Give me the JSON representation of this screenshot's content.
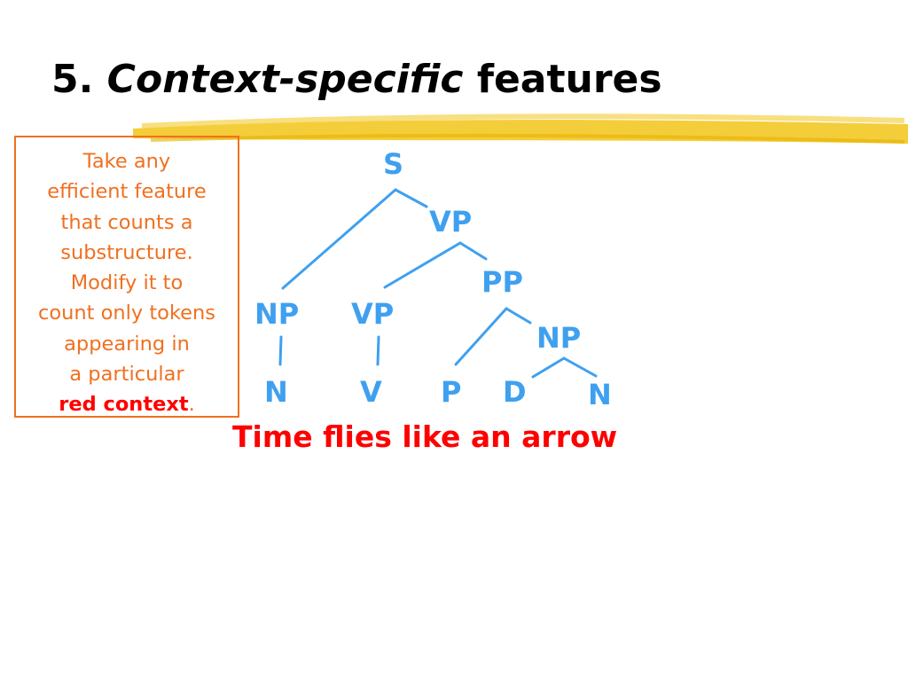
{
  "title": {
    "number": "5.",
    "italic": "Context-specific",
    "rest": "features"
  },
  "note": {
    "lines": [
      "Take any",
      "efficient feature",
      "that counts a",
      "substructure.",
      "Modify it to",
      "count only tokens",
      "appearing in",
      "a particular"
    ],
    "highlight": "red context",
    "punct": "."
  },
  "tree": {
    "S": "S",
    "VP_top": "VP",
    "PP": "PP",
    "NP_left": "NP",
    "VP_mid": "VP",
    "NP_right": "NP",
    "N_1": "N",
    "V": "V",
    "P": "P",
    "D": "D",
    "N_2": "N"
  },
  "sentence": "Time flies like an arrow",
  "colors": {
    "tree": "#3fa0f0",
    "note": "#f07020",
    "emphasis": "#ff0000",
    "marker": "#f2c418"
  }
}
